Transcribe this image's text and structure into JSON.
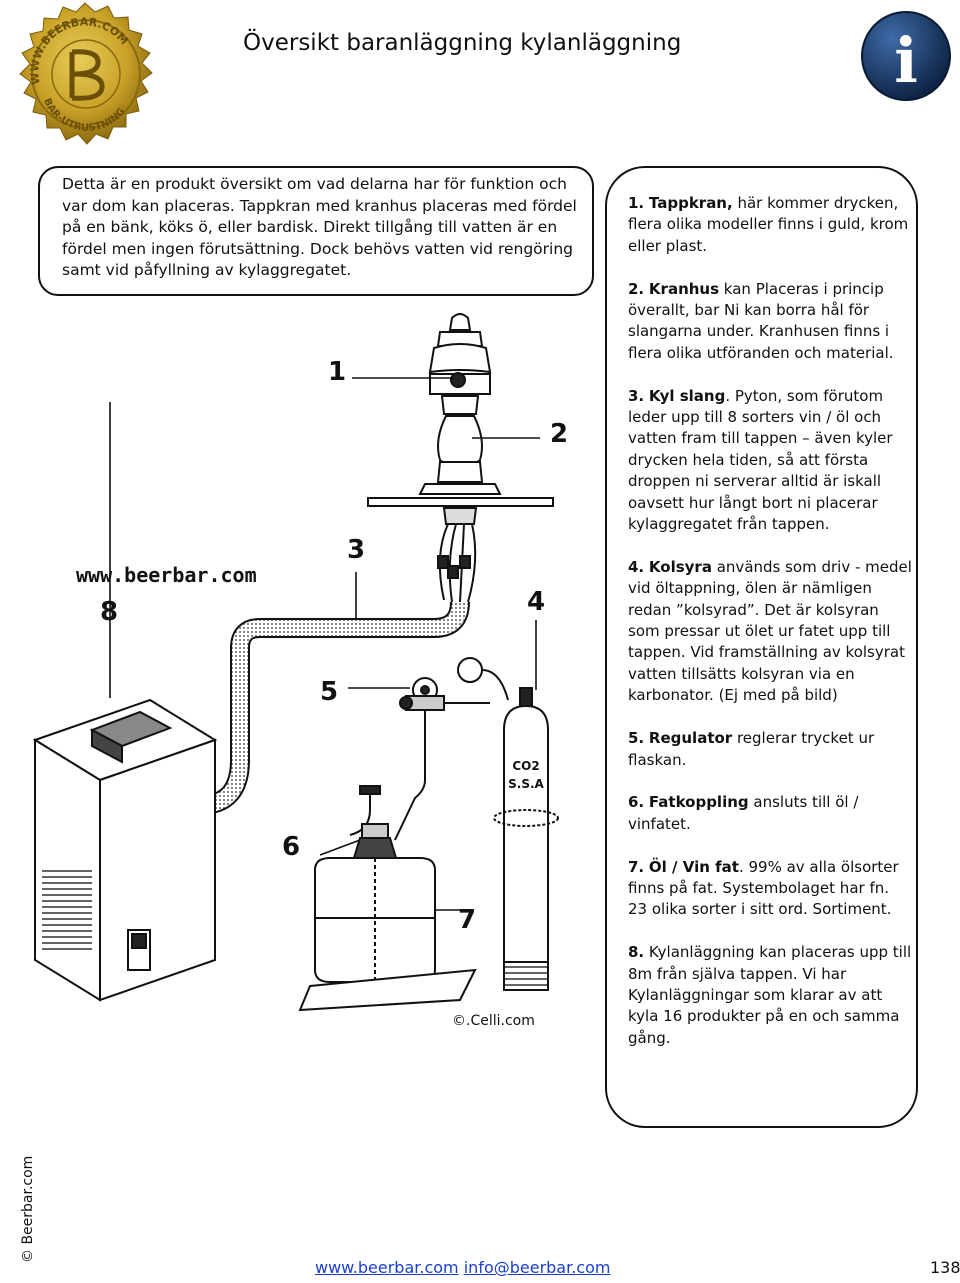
{
  "header": {
    "title": "Översikt baranläggning kylanläggning",
    "seal_text_top": "WWW.BEERBAR.COM",
    "seal_text_bottom": "BAR-UTRUSTNING",
    "info_icon_glyph": "i"
  },
  "intro": {
    "text": "Detta är en produkt översikt om vad delarna har för funktion och var dom kan placeras. Tappkran med kranhus placeras med fördel på en bänk, köks ö, eller bardisk. Direkt tillgång till vatten är en fördel men ingen förutsättning. Dock behövs vatten vid rengöring samt vid påfyllning av kylaggregatet."
  },
  "diagram": {
    "website_label": "www.beerbar.com",
    "labels": [
      "1",
      "2",
      "3",
      "4",
      "5",
      "6",
      "7",
      "8"
    ],
    "cylinder_text_line1": "CO2",
    "cylinder_text_line2": "S.S.A",
    "credit": "©.Celli.com"
  },
  "items": [
    {
      "number": "1.",
      "heading": "Tappkran,",
      "text": " här kommer drycken, flera olika modeller finns i guld, krom eller plast."
    },
    {
      "number": "2.",
      "heading": "Kranhus",
      "text": " kan Placeras i princip överallt, bar Ni kan borra hål för slangarna under. Kranhusen finns i flera olika utföranden och material."
    },
    {
      "number": "3.",
      "heading": "Kyl slang",
      "text": ". Pyton, som förutom leder upp till 8 sorters vin / öl och vatten fram till tappen – även kyler drycken hela tiden, så att första droppen ni serverar alltid är iskall oavsett hur långt bort ni placerar kylaggregatet från tappen."
    },
    {
      "number": "4.",
      "heading": "Kolsyra",
      "text": " används som driv - medel vid öltappning, ölen är nämligen redan ”kolsyrad”. Det är kolsyran som pressar ut ölet ur fatet upp till tappen. Vid framställning av kolsyrat vatten tillsätts kolsyran via en karbonator. (Ej med på bild)"
    },
    {
      "number": "5.",
      "heading": "Regulator",
      "text": " reglerar trycket ur flaskan."
    },
    {
      "number": "6.",
      "heading": "Fatkoppling",
      "text": " ansluts till öl / vinfatet."
    },
    {
      "number": "7.",
      "heading": "Öl / Vin fat",
      "text": ". 99% av alla ölsorter finns på fat. Systembolaget har fn. 23 olika sorter i sitt ord. Sortiment."
    },
    {
      "number": "8.",
      "heading": "",
      "text": "Kylanläggning kan placeras upp till 8m från själva tappen. Vi har Kylanläggningar som klarar av att kyla 16 produkter på en och samma gång."
    }
  ],
  "footer": {
    "copyright": "© Beerbar.com",
    "link_web": "www.beerbar.com",
    "link_mail": "info@beerbar.com",
    "page_number": "138"
  },
  "colors": {
    "seal_gold": "#c9a227",
    "info_blue": "#1d3f73",
    "link_blue": "#1a3fd1"
  }
}
